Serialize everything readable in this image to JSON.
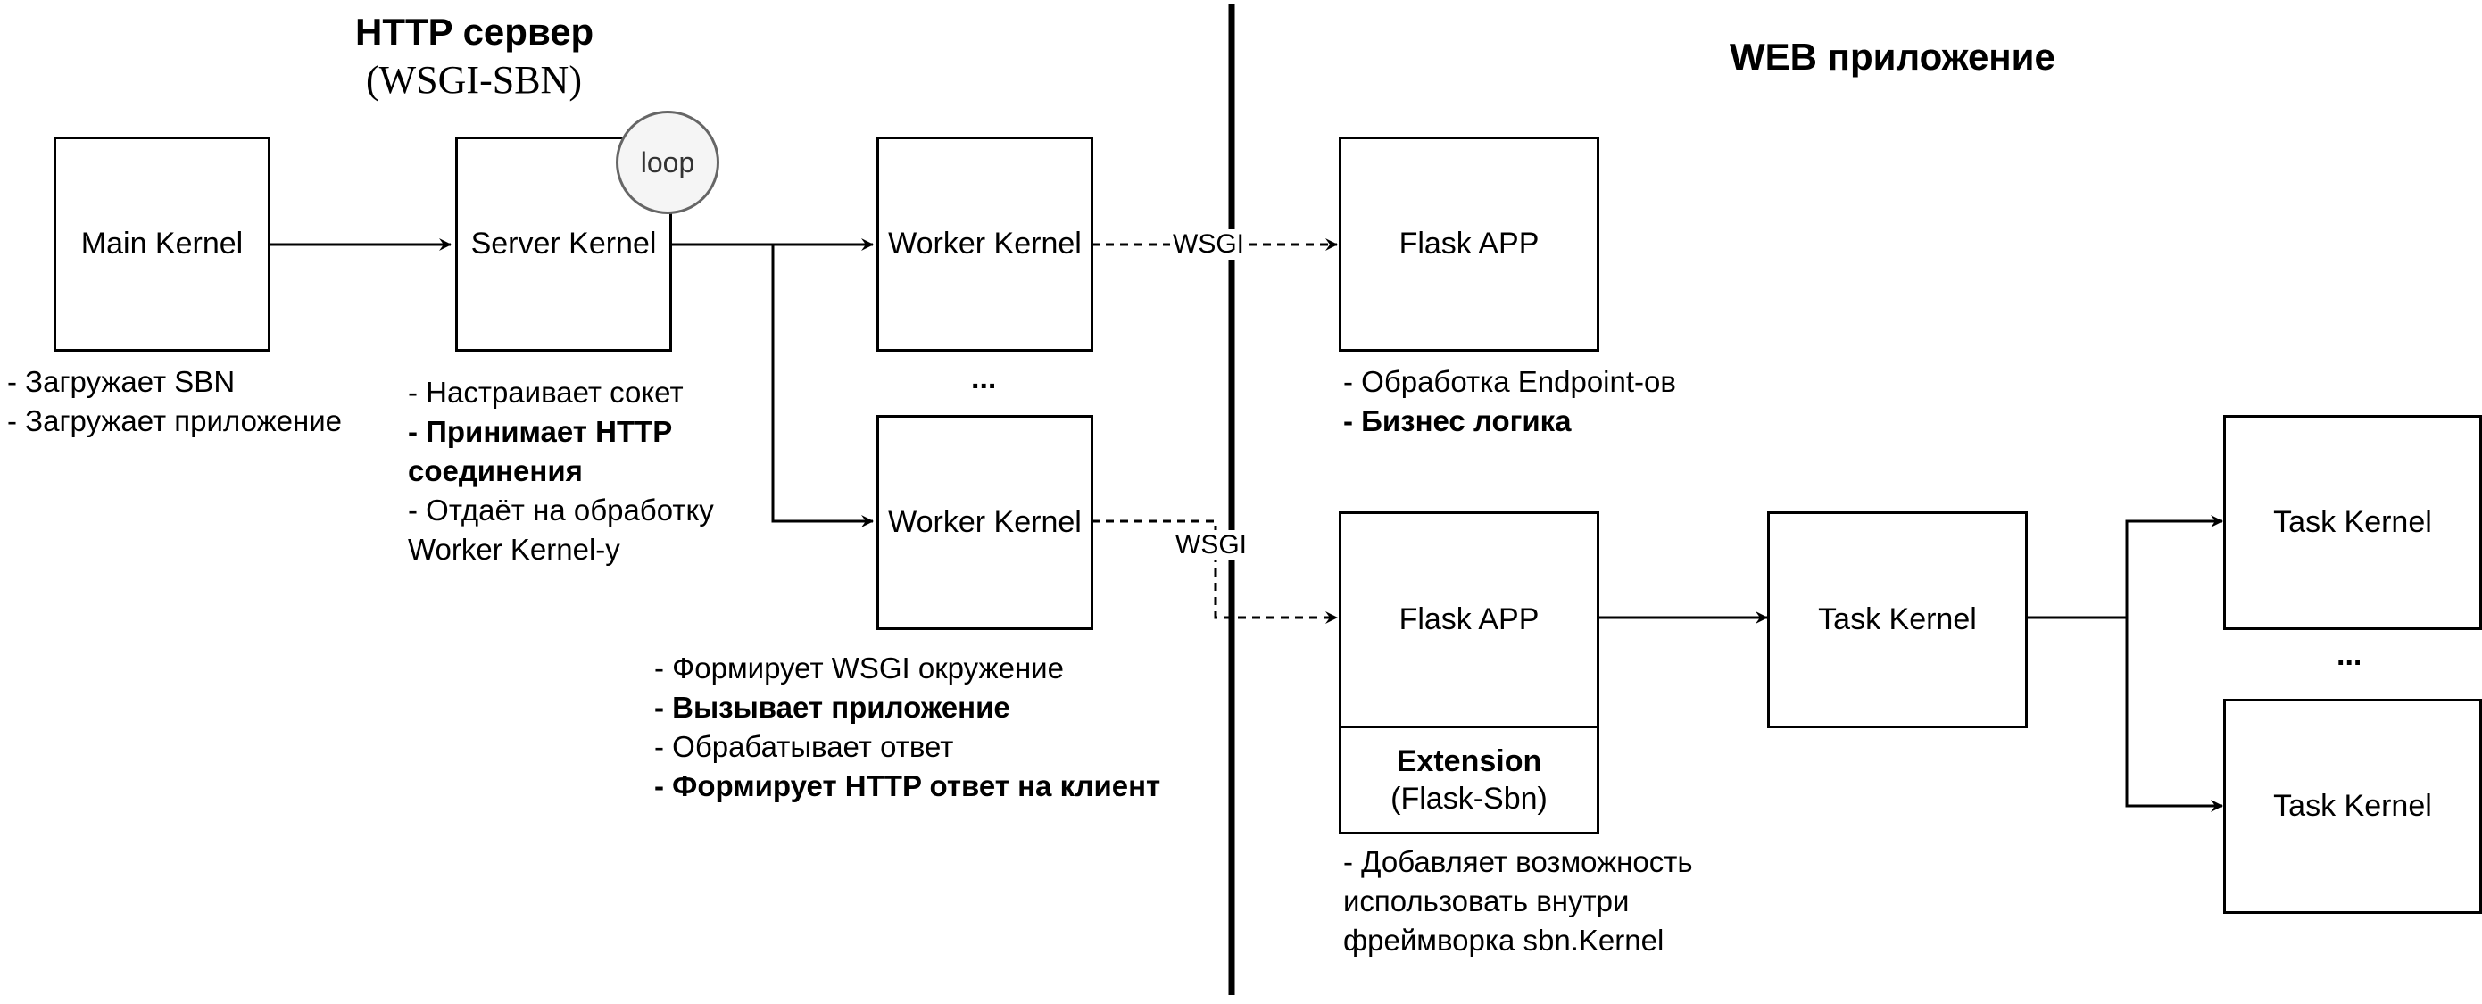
{
  "titles": {
    "http_server": "HTTP сервер",
    "http_server_sub": "(WSGI-SBN)",
    "web_app": "WEB приложение"
  },
  "boxes": {
    "main_kernel": "Main Kernel",
    "server_kernel": "Server Kernel",
    "loop": "loop",
    "worker_kernel_1": "Worker Kernel",
    "worker_kernel_2": "Worker Kernel",
    "flask_app_1": "Flask APP",
    "flask_app_2": "Flask APP",
    "extension_title": "Extension",
    "extension_sub": "(Flask-Sbn)",
    "task_kernel_main": "Task Kernel",
    "task_kernel_1": "Task Kernel",
    "task_kernel_2": "Task Kernel"
  },
  "edge_labels": {
    "wsgi_1": "WSGI",
    "wsgi_2": "WSGI"
  },
  "ellipses": {
    "workers": "...",
    "tasks": "..."
  },
  "notes": {
    "main_kernel": [
      "- Загружает SBN",
      "- Загружает приложение"
    ],
    "server_kernel": {
      "l1": "- Настраивает сокет",
      "l2": "- Принимает HTTP",
      "l3": "соединения",
      "l4": "- Отдаёт на обработку",
      "l5": "Worker Kernel-у"
    },
    "worker_kernel": {
      "l1": "- Формирует WSGI окружение",
      "l2": "- Вызывает приложение",
      "l3": "- Обрабатывает ответ",
      "l4": "- Формирует HTTP ответ на клиент"
    },
    "flask_app": {
      "l1": "- Обработка Endpoint-ов",
      "l2": "- Бизнес логика"
    },
    "extension": {
      "l1": "- Добавляет возможность",
      "l2": "использовать внутри",
      "l3": "фреймворка sbn.Kernel"
    }
  }
}
